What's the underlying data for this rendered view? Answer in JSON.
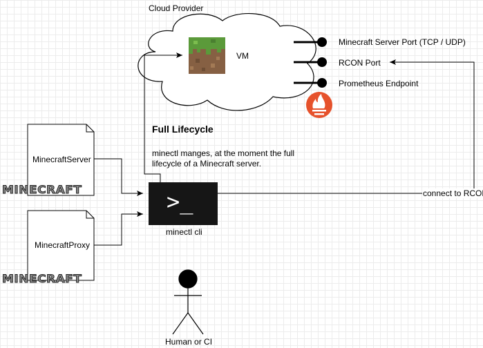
{
  "cloud": {
    "provider_label": "Cloud Provider",
    "vm_label": "VM"
  },
  "ports": {
    "minecraft": "Minecraft Server Port (TCP / UDP)",
    "rcon": "RCON Port",
    "prometheus": "Prometheus Endpoint"
  },
  "lifecycle": {
    "title": "Full Lifecycle",
    "description": "minectl manges, at the moment the full lifecycle of a Minecraft server."
  },
  "documents": {
    "server": "MinecraftServer",
    "proxy": "MinecraftProxy"
  },
  "logos": {
    "text": "MINECRAFT"
  },
  "cli": {
    "prompt": ">_",
    "label": "minectl cli"
  },
  "connection": {
    "label": "connect to RCON"
  },
  "actor": {
    "label": "Human or CI"
  },
  "colors": {
    "prometheus": "#e6522c",
    "grass": "#5b9a3a",
    "dirt": "#866043",
    "terminal": "#161616"
  }
}
